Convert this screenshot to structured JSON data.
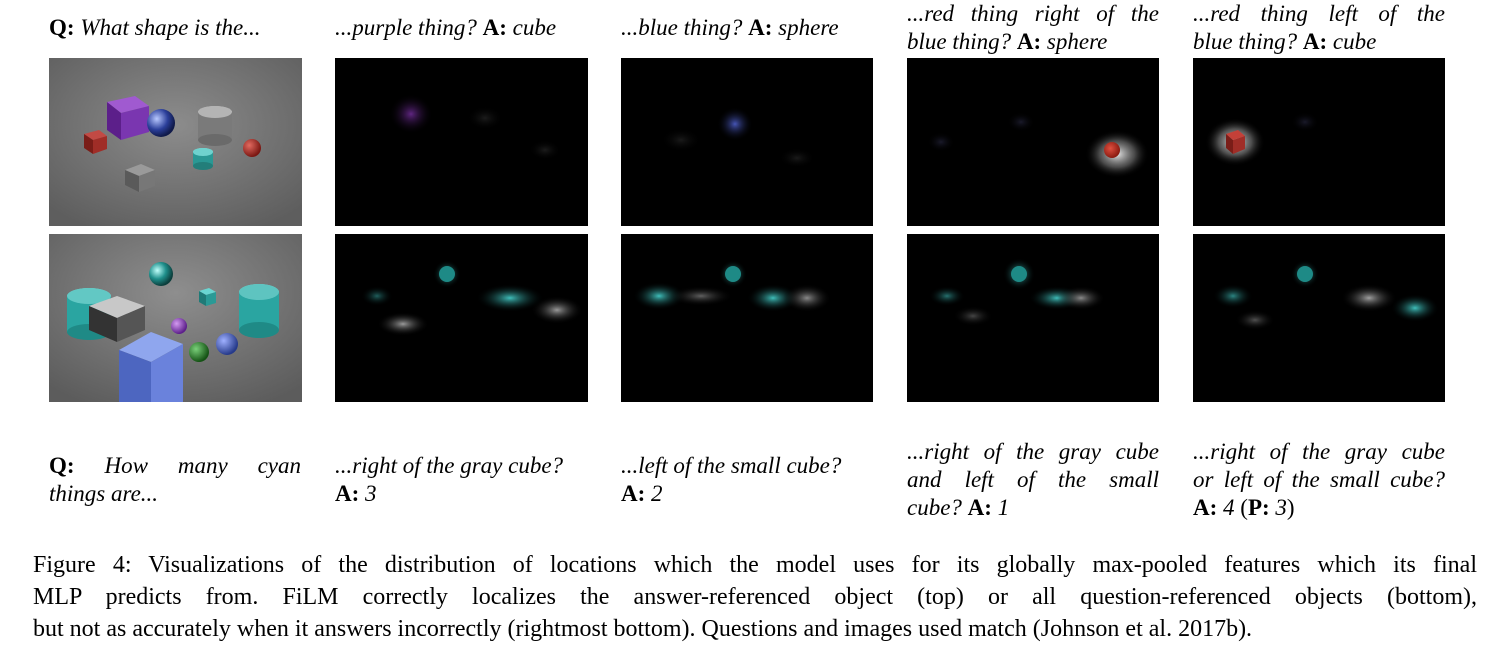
{
  "rows": [
    {
      "question_prefix": "Q:",
      "question_text": "What shape is the...",
      "panels": [
        {
          "q": "...purple thing?",
          "a_label": "A:",
          "a": "cube"
        },
        {
          "q": "...blue thing?",
          "a_label": "A:",
          "a": "sphere"
        },
        {
          "q_line1": "...red thing right of the",
          "q_line2": "blue thing?",
          "a_label": "A:",
          "a": "sphere"
        },
        {
          "q_line1": "...red thing left of the",
          "q_line2": "blue thing?",
          "a_label": "A:",
          "a": "cube"
        }
      ]
    },
    {
      "question_prefix": "Q:",
      "question_text_line1": "How many cyan",
      "question_text_line2": "things are...",
      "panels": [
        {
          "q": "...right of the gray cube?",
          "a_label": "A:",
          "a": "3"
        },
        {
          "q": "...left of the small cube?",
          "a_label": "A:",
          "a": "2"
        },
        {
          "q_line1": "...right of the gray cube",
          "q_line2": "and left of the small",
          "q_line3": "cube?",
          "a_label": "A:",
          "a": "1"
        },
        {
          "q_line1": "...right of the gray cube",
          "q_line2": "or left of the small cube?",
          "a_label": "A:",
          "a": "4",
          "p_label": "P:",
          "p": "3"
        }
      ]
    }
  ],
  "caption": {
    "line1": "Figure 4: Visualizations of the distribution of locations which the model uses for its globally max-pooled features which its final",
    "line2": "MLP predicts from. FiLM correctly localizes the answer-referenced object (top) or all question-referenced objects (bottom),",
    "line3": "but not as accurately when it answers incorrectly (rightmost bottom). Questions and images used match (Johnson et al. 2017b)."
  },
  "colors": {
    "purple": "#7a3aa8",
    "blue": "#3d5aa8",
    "red": "#b8322a",
    "cyan": "#2fa9a6",
    "gray": "#8a8a8a",
    "green": "#2c8a2c",
    "scene_bg": "#7d7d7d"
  }
}
